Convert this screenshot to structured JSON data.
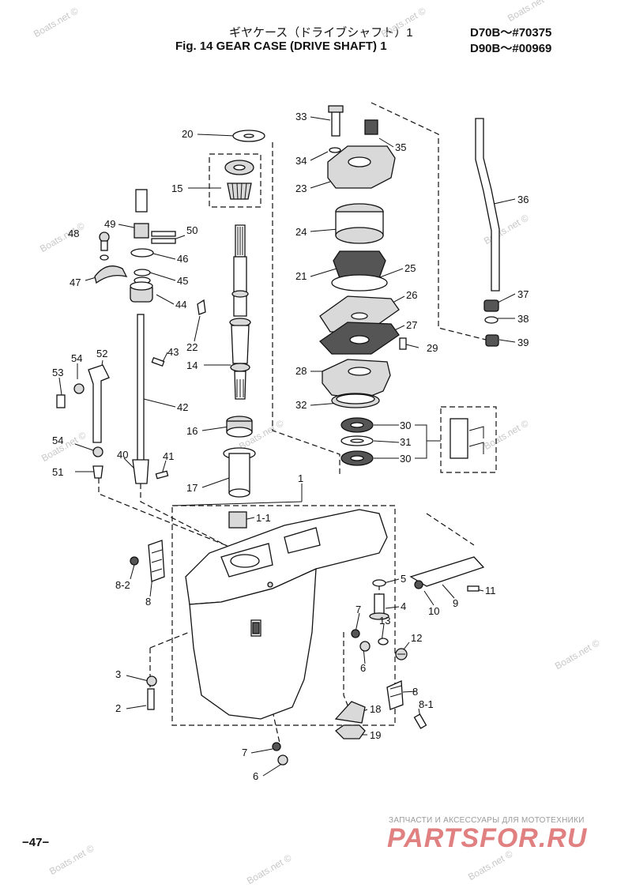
{
  "header": {
    "title_jp": "ギヤケース（ドライブシャフト）1",
    "title_en": "Fig. 14   GEAR CASE (DRIVE SHAFT) 1",
    "model_1": "D70B～#70375",
    "model_2": "D90B～#00969"
  },
  "page_number": "−47−",
  "watermark": "Boats.net ©",
  "branding": {
    "subtitle": "ЗАПЧАСТИ И АКСЕССУАРЫ ДЛЯ МОТОТЕХНИКИ",
    "logo": "PARTSFOR.RU",
    "logo_color": "#e08080"
  },
  "callouts": [
    {
      "id": "c20",
      "text": "20"
    },
    {
      "id": "c15",
      "text": "15"
    },
    {
      "id": "c49",
      "text": "49"
    },
    {
      "id": "c48",
      "text": "48"
    },
    {
      "id": "c50",
      "text": "50"
    },
    {
      "id": "c46",
      "text": "46"
    },
    {
      "id": "c47",
      "text": "47"
    },
    {
      "id": "c45",
      "text": "45"
    },
    {
      "id": "c44",
      "text": "44"
    },
    {
      "id": "c22",
      "text": "22"
    },
    {
      "id": "c43",
      "text": "43"
    },
    {
      "id": "c52",
      "text": "52"
    },
    {
      "id": "c54a",
      "text": "54"
    },
    {
      "id": "c53",
      "text": "53"
    },
    {
      "id": "c14",
      "text": "14"
    },
    {
      "id": "c42",
      "text": "42"
    },
    {
      "id": "c16",
      "text": "16"
    },
    {
      "id": "c54b",
      "text": "54"
    },
    {
      "id": "c40",
      "text": "40"
    },
    {
      "id": "c41",
      "text": "41"
    },
    {
      "id": "c51",
      "text": "51"
    },
    {
      "id": "c17",
      "text": "17"
    },
    {
      "id": "c33",
      "text": "33"
    },
    {
      "id": "c35",
      "text": "35"
    },
    {
      "id": "c34",
      "text": "34"
    },
    {
      "id": "c23",
      "text": "23"
    },
    {
      "id": "c24",
      "text": "24"
    },
    {
      "id": "c25",
      "text": "25"
    },
    {
      "id": "c21",
      "text": "21"
    },
    {
      "id": "c26",
      "text": "26"
    },
    {
      "id": "c27",
      "text": "27"
    },
    {
      "id": "c29",
      "text": "29"
    },
    {
      "id": "c28",
      "text": "28"
    },
    {
      "id": "c32",
      "text": "32"
    },
    {
      "id": "c30a",
      "text": "30"
    },
    {
      "id": "c31",
      "text": "31"
    },
    {
      "id": "c30b",
      "text": "30"
    },
    {
      "id": "c36",
      "text": "36"
    },
    {
      "id": "c37",
      "text": "37"
    },
    {
      "id": "c38",
      "text": "38"
    },
    {
      "id": "c39",
      "text": "39"
    },
    {
      "id": "c1",
      "text": "1"
    },
    {
      "id": "c1-1",
      "text": "1-1"
    },
    {
      "id": "c8-2",
      "text": "8-2"
    },
    {
      "id": "c8a",
      "text": "8"
    },
    {
      "id": "c5",
      "text": "5"
    },
    {
      "id": "c4",
      "text": "4"
    },
    {
      "id": "c7a",
      "text": "7"
    },
    {
      "id": "c13",
      "text": "13"
    },
    {
      "id": "c6a",
      "text": "6"
    },
    {
      "id": "c12",
      "text": "12"
    },
    {
      "id": "c10",
      "text": "10"
    },
    {
      "id": "c9",
      "text": "9"
    },
    {
      "id": "c11",
      "text": "11"
    },
    {
      "id": "c3",
      "text": "3"
    },
    {
      "id": "c2",
      "text": "2"
    },
    {
      "id": "c8b",
      "text": "8"
    },
    {
      "id": "c8-1",
      "text": "8-1"
    },
    {
      "id": "c18",
      "text": "18"
    },
    {
      "id": "c19",
      "text": "19"
    },
    {
      "id": "c7b",
      "text": "7"
    },
    {
      "id": "c6b",
      "text": "6"
    }
  ]
}
